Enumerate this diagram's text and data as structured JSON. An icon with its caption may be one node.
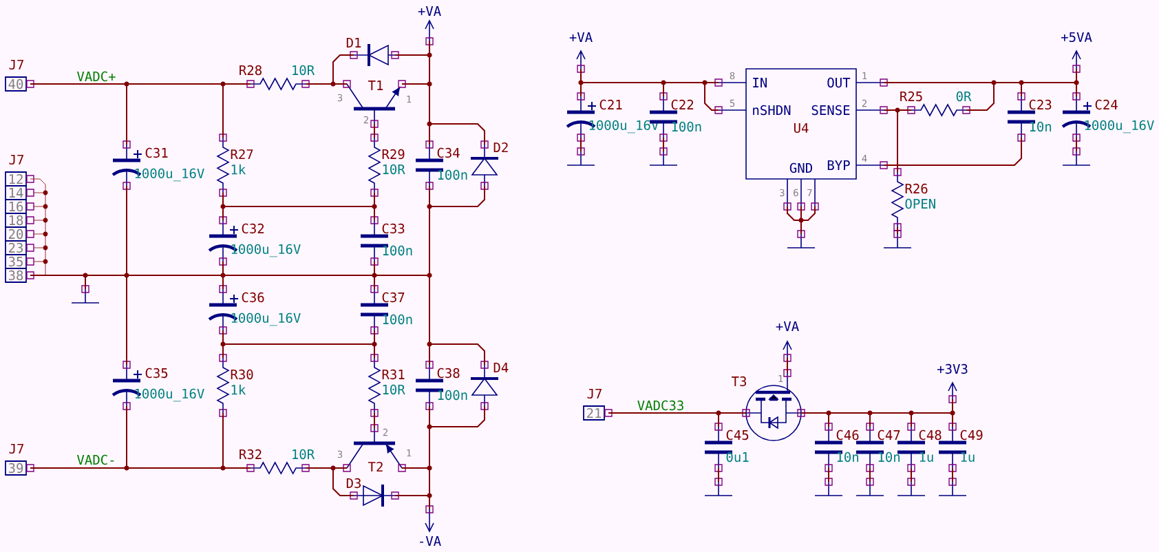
{
  "diagram": {
    "nodes": [
      {
        "text": [
          "J7",
          "40"
        ]
      },
      {
        "text": [
          "J7",
          "12",
          "14",
          "16",
          "18",
          "20",
          "23",
          "35",
          "38"
        ]
      },
      {
        "text": [
          "C31",
          "1000u_16V"
        ]
      },
      {
        "text": [
          "R27",
          "1k"
        ]
      },
      {
        "text": [
          "R28",
          "10R"
        ]
      },
      {
        "text": [
          "D1"
        ]
      },
      {
        "text": [
          "+VA"
        ]
      },
      {
        "text": [
          "T1",
          "3",
          "2",
          "1"
        ]
      },
      {
        "text": [
          "R29",
          "10R"
        ]
      },
      {
        "text": [
          "C34",
          "100n"
        ]
      },
      {
        "text": [
          "D2"
        ]
      },
      {
        "text": [
          "C32",
          "1000u_16V"
        ]
      },
      {
        "text": [
          "C33",
          "100n"
        ]
      },
      {
        "text": [],
        "shape": "ground"
      },
      {
        "text": [
          "C36",
          "1000u_16V"
        ]
      },
      {
        "text": [
          "C37",
          "100n"
        ]
      },
      {
        "text": [
          "C35",
          "1000u_16V"
        ]
      },
      {
        "text": [
          "R30",
          "1k"
        ]
      },
      {
        "text": [
          "R31",
          "10R"
        ]
      },
      {
        "text": [
          "C38",
          "100n"
        ]
      },
      {
        "text": [
          "D4"
        ]
      },
      {
        "text": [
          "J7",
          "39"
        ]
      },
      {
        "text": [
          "R32",
          "10R"
        ]
      },
      {
        "text": [
          "T2",
          "3",
          "2",
          "1"
        ]
      },
      {
        "text": [
          "D3"
        ]
      },
      {
        "text": [
          "-VA"
        ]
      },
      {
        "text": [
          "+VA"
        ]
      },
      {
        "text": [
          "C21",
          "1000u_16V"
        ]
      },
      {
        "text": [
          "C22",
          "100n"
        ]
      },
      {
        "text": [],
        "shape": "ground"
      },
      {
        "text": [],
        "shape": "ground"
      },
      {
        "text": [
          "IN",
          "nSHDN",
          "OUT",
          "SENSE",
          "GND",
          "BYP",
          "U4",
          "8",
          "5",
          "1",
          "2",
          "4",
          "3",
          "6",
          "7"
        ]
      },
      {
        "text": [],
        "shape": "ground"
      },
      {
        "text": [
          "R25",
          "0R"
        ]
      },
      {
        "text": [
          "R26",
          "OPEN"
        ]
      },
      {
        "text": [],
        "shape": "ground"
      },
      {
        "text": [
          "C23",
          "10n"
        ]
      },
      {
        "text": [
          "+5VA"
        ]
      },
      {
        "text": [
          "C24",
          "1000u_16V"
        ]
      },
      {
        "text": [],
        "shape": "ground"
      },
      {
        "text": [
          "J7",
          "21"
        ]
      },
      {
        "text": [
          "C45",
          "0u1"
        ]
      },
      {
        "text": [],
        "shape": "ground"
      },
      {
        "text": [
          "T3",
          "1"
        ]
      },
      {
        "text": [
          "+VA"
        ]
      },
      {
        "text": [
          "C46",
          "10n"
        ]
      },
      {
        "text": [
          "C47",
          "10n"
        ]
      },
      {
        "text": [
          "C48",
          "1u"
        ]
      },
      {
        "text": [
          "C49",
          "1u"
        ]
      },
      {
        "text": [],
        "shape": "ground"
      },
      {
        "text": [],
        "shape": "ground"
      },
      {
        "text": [],
        "shape": "ground"
      },
      {
        "text": [],
        "shape": "ground"
      },
      {
        "text": [
          "+3V3"
        ]
      }
    ],
    "edges": [
      {
        "from": 0,
        "to": 2,
        "arrow": "none",
        "label": "VADC+"
      },
      {
        "from": 0,
        "to": 3,
        "arrow": "none"
      },
      {
        "from": 0,
        "to": 4,
        "arrow": "none"
      },
      {
        "from": 4,
        "to": 7,
        "arrow": "none"
      },
      {
        "from": 4,
        "to": 5,
        "arrow": "none"
      },
      {
        "from": 5,
        "to": 6,
        "arrow": "none"
      },
      {
        "from": 7,
        "to": 6,
        "arrow": "none"
      },
      {
        "from": 9,
        "to": 6,
        "arrow": "none"
      },
      {
        "from": 10,
        "to": 6,
        "arrow": "none"
      },
      {
        "from": 7,
        "to": 8,
        "arrow": "none"
      },
      {
        "from": 3,
        "to": 11,
        "arrow": "none"
      },
      {
        "from": 8,
        "to": 12,
        "arrow": "none"
      },
      {
        "from": 3,
        "to": 8,
        "arrow": "none"
      },
      {
        "from": 9,
        "to": 10,
        "arrow": "none"
      },
      {
        "from": 1,
        "to": 13,
        "arrow": "none"
      },
      {
        "from": 1,
        "to": 2,
        "arrow": "none"
      },
      {
        "from": 1,
        "to": 16,
        "arrow": "none"
      },
      {
        "from": 1,
        "to": 11,
        "arrow": "none"
      },
      {
        "from": 1,
        "to": 14,
        "arrow": "none"
      },
      {
        "from": 1,
        "to": 12,
        "arrow": "none"
      },
      {
        "from": 1,
        "to": 15,
        "arrow": "none"
      },
      {
        "from": 1,
        "to": 9,
        "arrow": "none"
      },
      {
        "from": 1,
        "to": 19,
        "arrow": "none"
      },
      {
        "from": 14,
        "to": 17,
        "arrow": "none"
      },
      {
        "from": 15,
        "to": 18,
        "arrow": "none"
      },
      {
        "from": 14,
        "to": 15,
        "arrow": "none"
      },
      {
        "from": 19,
        "to": 20,
        "arrow": "none"
      },
      {
        "from": 19,
        "to": 20,
        "arrow": "none"
      },
      {
        "from": 18,
        "to": 23,
        "arrow": "none"
      },
      {
        "from": 21,
        "to": 16,
        "arrow": "none",
        "label": "VADC-"
      },
      {
        "from": 21,
        "to": 17,
        "arrow": "none"
      },
      {
        "from": 21,
        "to": 22,
        "arrow": "none"
      },
      {
        "from": 22,
        "to": 23,
        "arrow": "none"
      },
      {
        "from": 22,
        "to": 24,
        "arrow": "none"
      },
      {
        "from": 24,
        "to": 25,
        "arrow": "none"
      },
      {
        "from": 23,
        "to": 25,
        "arrow": "none"
      },
      {
        "from": 19,
        "to": 25,
        "arrow": "none"
      },
      {
        "from": 26,
        "to": 27,
        "arrow": "none"
      },
      {
        "from": 26,
        "to": 28,
        "arrow": "none"
      },
      {
        "from": 26,
        "to": 31,
        "arrow": "none"
      },
      {
        "from": 26,
        "to": 31,
        "arrow": "none"
      },
      {
        "from": 27,
        "to": 29,
        "arrow": "none"
      },
      {
        "from": 28,
        "to": 30,
        "arrow": "none"
      },
      {
        "from": 31,
        "to": 32,
        "arrow": "none"
      },
      {
        "from": 31,
        "to": 32,
        "arrow": "none"
      },
      {
        "from": 31,
        "to": 32,
        "arrow": "none"
      },
      {
        "from": 31,
        "to": 33,
        "arrow": "none"
      },
      {
        "from": 31,
        "to": 34,
        "arrow": "none"
      },
      {
        "from": 33,
        "to": 31,
        "arrow": "none"
      },
      {
        "from": 31,
        "to": 36,
        "arrow": "none"
      },
      {
        "from": 31,
        "to": 37,
        "arrow": "none"
      },
      {
        "from": 31,
        "to": 38,
        "arrow": "none"
      },
      {
        "from": 31,
        "to": 36,
        "arrow": "none"
      },
      {
        "from": 34,
        "to": 35,
        "arrow": "none"
      },
      {
        "from": 38,
        "to": 39,
        "arrow": "none"
      },
      {
        "from": 40,
        "to": 41,
        "arrow": "none",
        "label": "VADC33"
      },
      {
        "from": 40,
        "to": 43,
        "arrow": "none"
      },
      {
        "from": 41,
        "to": 42,
        "arrow": "none"
      },
      {
        "from": 44,
        "to": 43,
        "arrow": "none"
      },
      {
        "from": 43,
        "to": 45,
        "arrow": "none"
      },
      {
        "from": 43,
        "to": 46,
        "arrow": "none"
      },
      {
        "from": 43,
        "to": 47,
        "arrow": "none"
      },
      {
        "from": 43,
        "to": 48,
        "arrow": "none"
      },
      {
        "from": 53,
        "to": 48,
        "arrow": "none"
      },
      {
        "from": 45,
        "to": 49,
        "arrow": "none"
      },
      {
        "from": 46,
        "to": 50,
        "arrow": "none"
      },
      {
        "from": 47,
        "to": 51,
        "arrow": "none"
      },
      {
        "from": 48,
        "to": 52,
        "arrow": "none"
      }
    ]
  }
}
